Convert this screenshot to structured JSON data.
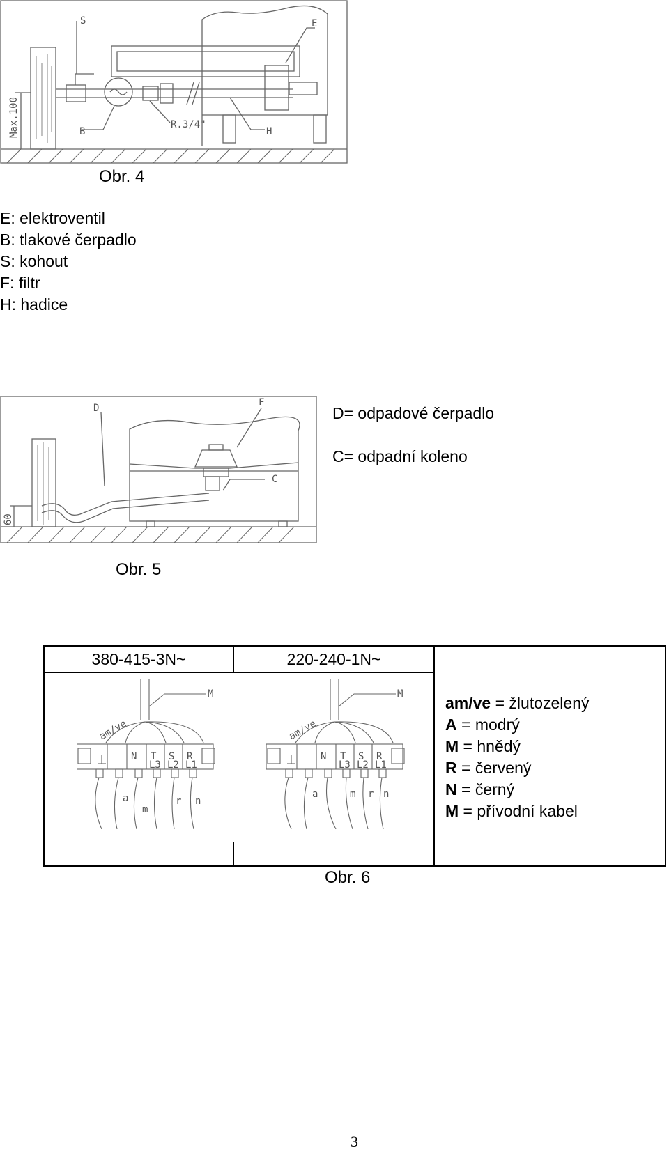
{
  "fig4": {
    "caption": "Obr. 4",
    "labels": {
      "S": "S",
      "E": "E",
      "B": "B",
      "R": "R.3/4\"",
      "H": "H",
      "max": "Max.100"
    },
    "legend": [
      "E: elektroventil",
      "B: tlakové čerpadlo",
      "S: kohout",
      "F: filtr",
      "H: hadice"
    ]
  },
  "fig5": {
    "caption": "Obr. 5",
    "labels": {
      "D": "D",
      "F": "F",
      "C": "C",
      "h": "60"
    },
    "legend": [
      "D= odpadové čerpadlo",
      "C= odpadní koleno"
    ]
  },
  "fig6": {
    "caption": "Obr. 6",
    "col1_header": "380-415-3N~",
    "col2_header": "220-240-1N~",
    "terminal_labels": {
      "M": "M",
      "amve": "am/ve",
      "N": "N",
      "T": "T",
      "S": "S",
      "R": "R",
      "L3": "L3",
      "L2": "L2",
      "L1": "L1",
      "a": "a",
      "m": "m",
      "r": "r",
      "n": "n"
    },
    "colors": [
      {
        "key": "am/ve",
        "text": " = žlutozelený"
      },
      {
        "key": "A",
        "text": " = modrý"
      },
      {
        "key": "M",
        "text": " = hnědý"
      },
      {
        "key": "R",
        "text": " = červený"
      },
      {
        "key": "N",
        "text": " = černý"
      },
      {
        "key": "M",
        "text": " = přívodní kabel"
      }
    ]
  },
  "page_number": "3"
}
